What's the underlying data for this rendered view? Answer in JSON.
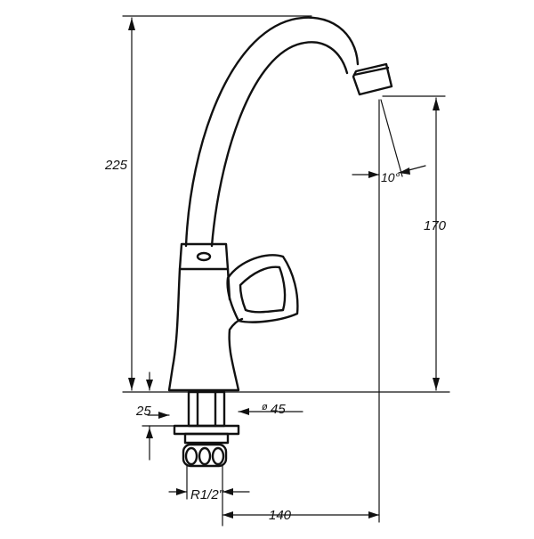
{
  "dimensions": {
    "total_height": "225",
    "spout_height": "170",
    "reach": "140",
    "base_height": "25",
    "base_diameter": "45",
    "diameter_symbol": "ø",
    "thread": "R1/2\"",
    "spout_angle": "10°"
  },
  "colors": {
    "line": "#111111",
    "background": "#ffffff"
  }
}
